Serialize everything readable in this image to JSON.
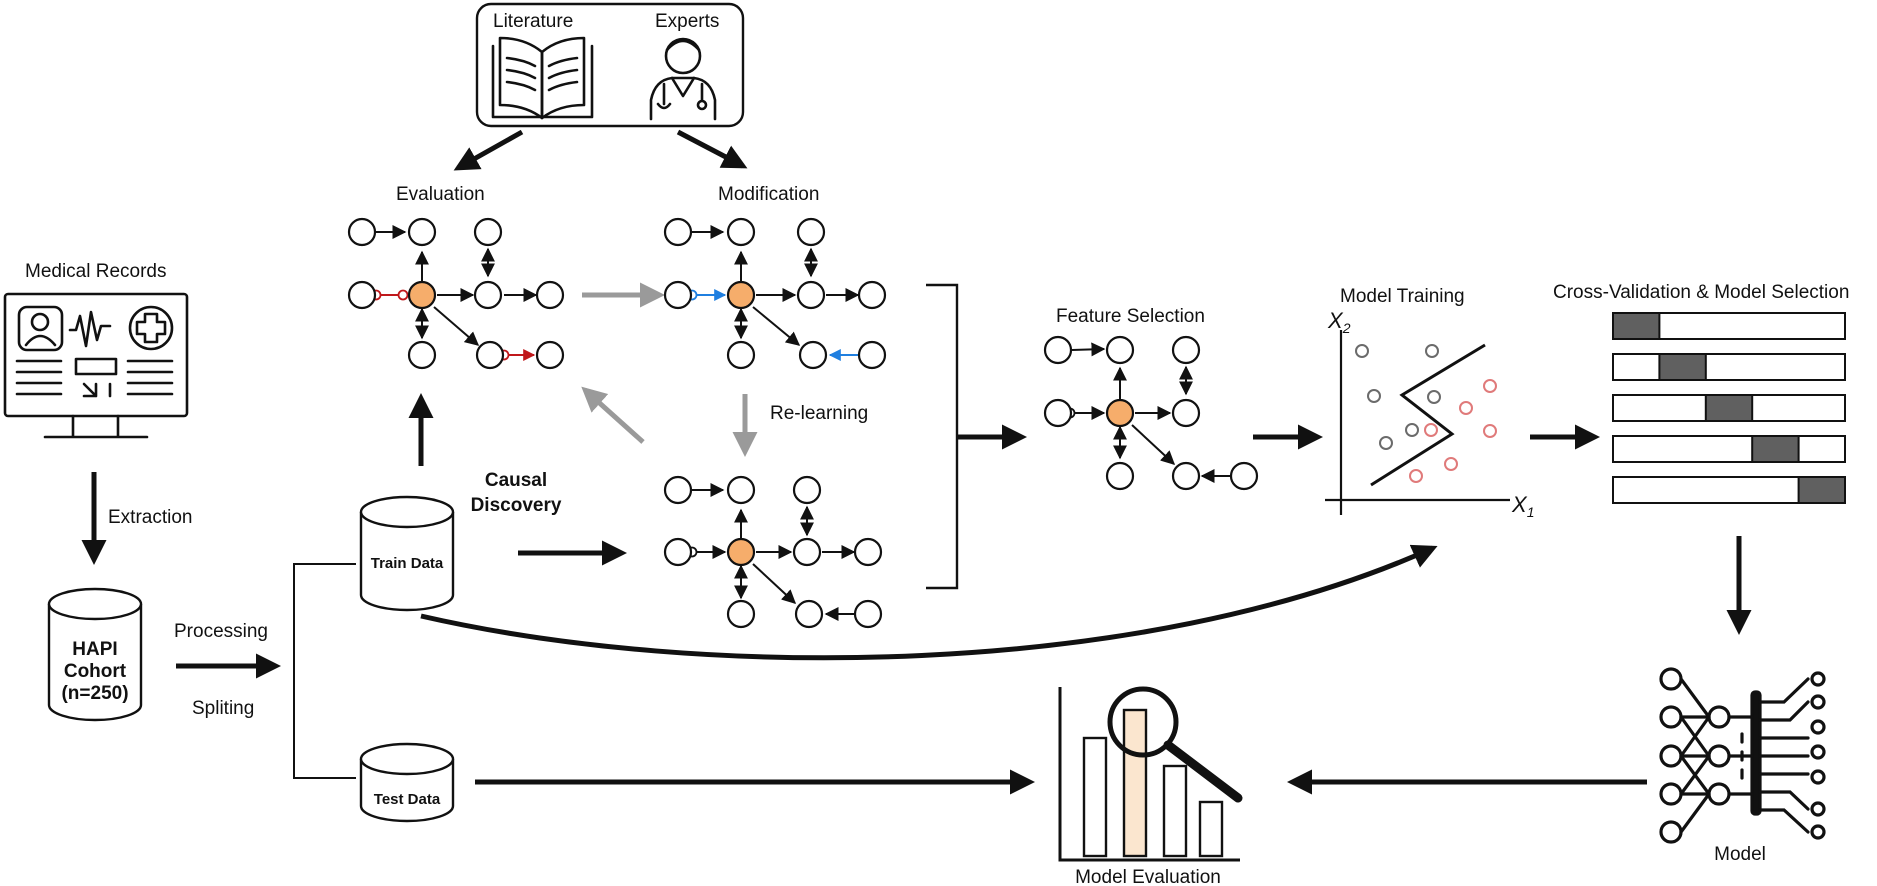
{
  "sources": {
    "literature": "Literature",
    "experts": "Experts"
  },
  "stages": {
    "evaluation": "Evaluation",
    "modification": "Modification",
    "relearning": "Re-learning",
    "causal_discovery_line1": "Causal",
    "causal_discovery_line2": "Discovery",
    "feature_selection": "Feature Selection",
    "model_training": "Model Training",
    "cross_validation": "Cross-Validation & Model Selection",
    "model": "Model",
    "model_evaluation": "Model Evaluation"
  },
  "data_flow": {
    "medical_records": "Medical Records",
    "extraction": "Extraction",
    "processing": "Processing",
    "spliting": "Spliting",
    "cohort_line1": "HAPI",
    "cohort_line2": "Cohort",
    "cohort_line3": "(n=250)",
    "train_data": "Train Data",
    "test_data": "Test Data"
  },
  "axes": {
    "x1": "X",
    "x1_sub": "1",
    "x2": "X",
    "x2_sub": "2"
  },
  "colors": {
    "causal_node": "#f6ad6b",
    "removed_edge": "#c0181b",
    "modified_edge": "#1f7fe0",
    "fold_active": "#606060",
    "class_a_points": "#6b6b6b",
    "class_b_points": "#e07a7a",
    "highlight_bar": "#fbe6cf"
  },
  "cross_validation": {
    "folds": 5,
    "active_fold_positions": [
      0,
      1,
      2,
      3,
      4
    ]
  }
}
